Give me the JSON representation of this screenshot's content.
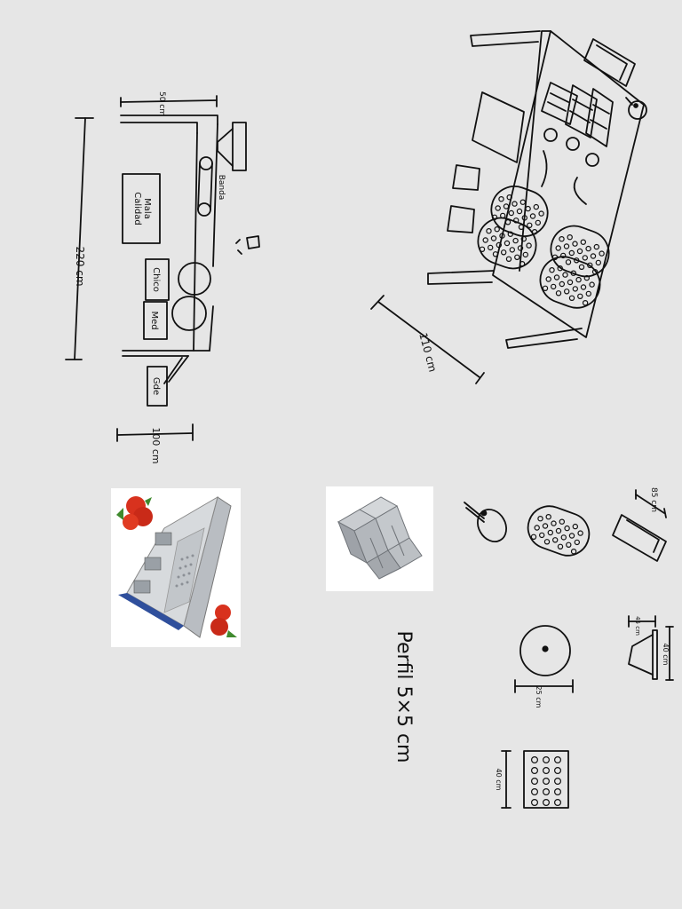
{
  "layout_sketch": {
    "dim_top": "50 cm",
    "dim_total": "220 cm",
    "dim_bottom": "100 cm",
    "label_banda": "Banda",
    "box_mala_line1": "Mala",
    "box_mala_line2": "Calidad",
    "box_chico": "Chico",
    "box_med": "Med",
    "box_gde": "Gde"
  },
  "machine_sketch": {
    "dim_length": "110 cm"
  },
  "parts": {
    "box_dim": "85 cm",
    "funnel_dim_a": "45 cm",
    "funnel_dim_b": "40 cm",
    "disc_dim": "25 cm",
    "plate_dim": "40 cm"
  },
  "profile_caption": "Perfil 5×5 cm",
  "colors": {
    "paper": "#e6e6e6",
    "ink": "#111111",
    "tomato_red": "#d8321e",
    "machine_blue": "#2f4f9c",
    "aluminum": "#a8acb2"
  }
}
